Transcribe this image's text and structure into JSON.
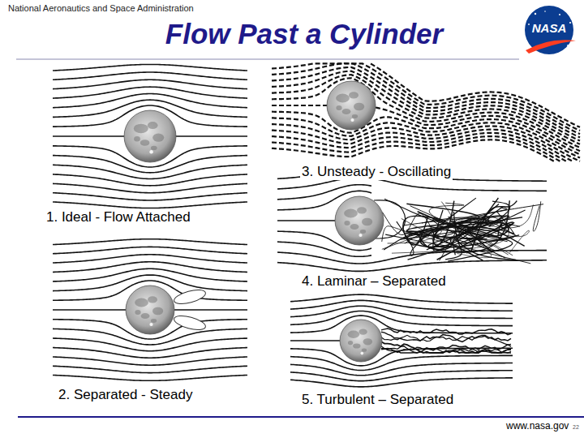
{
  "diagram": {
    "title": "Flow Past a Cylinder",
    "labels": [
      "National Aeronautics and Space Administration",
      "NASA",
      "1. Ideal - Flow Attached",
      "2. Separated - Steady",
      "3. Unsteady - Oscillating",
      "4. Laminar – Separated",
      "5. Turbulent – Separated",
      "www.nasa.gov",
      "22"
    ]
  }
}
